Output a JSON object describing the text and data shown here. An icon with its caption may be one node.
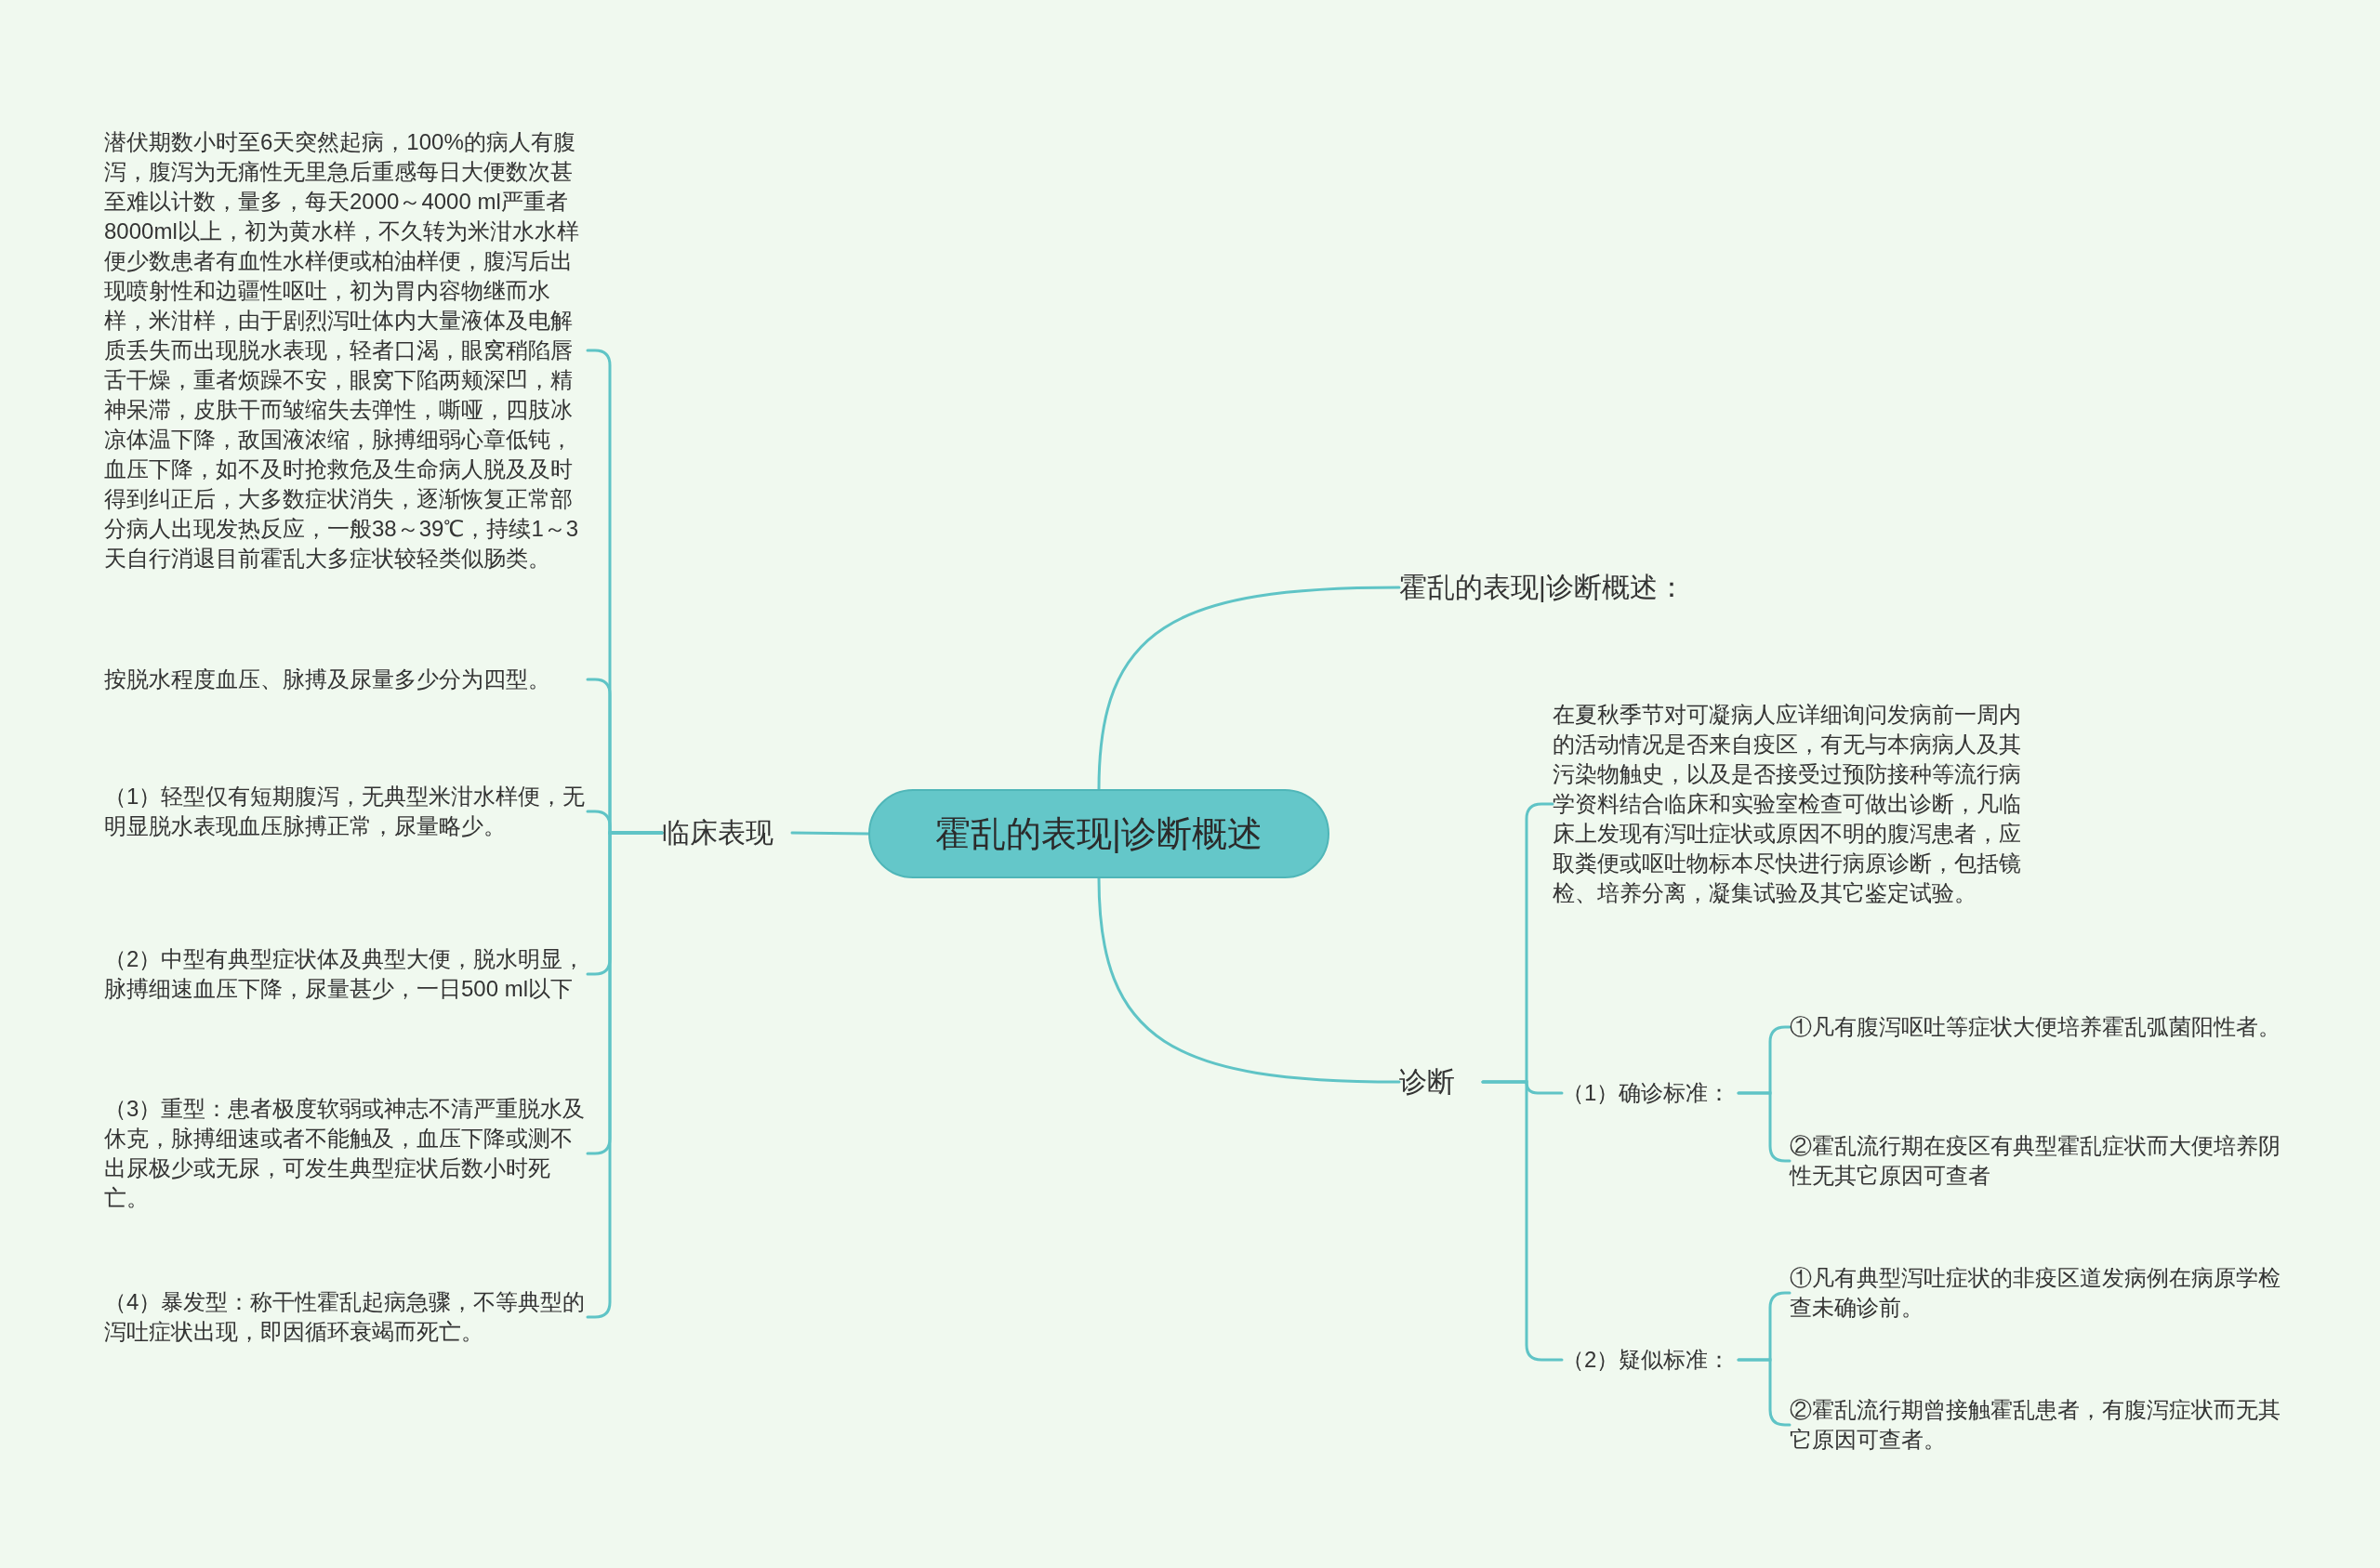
{
  "diagram": {
    "nodes": [
      {
        "text": [
          "霍乱的表现|诊断概述"
        ]
      },
      {
        "text": [
          "临床表现"
        ]
      },
      {
        "text": [
          "潜伏期数小时至6天突然起病，100%的病人有腹泻，腹泻为无痛性无里急后重感每日大便数次甚至难以计数，量多，每天2000～4000 ml严重者8000ml以上，初为黄水样，不久转为米泔水水样便少数患者有血性水样便或柏油样便，腹泻后出现喷射性和边疆性呕吐，初为胃内容物继而水样，米泔样，由于剧烈泻吐体内大量液体及电解质丢失而出现脱水表现，轻者口渴，眼窝稍陷唇舌干燥，重者烦躁不安，眼窝下陷两颊深凹，精神呆滞，皮肤干而皱缩失去弹性，嘶哑，四肢冰凉体温下降，敌国液浓缩，脉搏细弱心章低钝，血压下降，如不及时抢救危及生命病人脱及及时得到纠正后，大多数症状消失，逐渐恢复正常部分病人出现发热反应，一般38～39℃，持续1～3天自行消退目前霍乱大多症状较轻类似肠类。"
        ]
      },
      {
        "text": [
          "按脱水程度血压、脉搏及尿量多少分为四型。"
        ]
      },
      {
        "text": [
          "（1）轻型仅有短期腹泻，无典型米泔水样便，无明显脱水表现血压脉搏正常，尿量略少。"
        ]
      },
      {
        "text": [
          "（2）中型有典型症状体及典型大便，脱水明显，脉搏细速血压下降，尿量甚少，一日500 ml以下"
        ]
      },
      {
        "text": [
          "（3）重型：患者极度软弱或神志不清严重脱水及休克，脉搏细速或者不能触及，血压下降或测不出尿极少或无尿，可发生典型症状后数小时死亡。"
        ]
      },
      {
        "text": [
          "（4）暴发型：称干性霍乱起病急骤，不等典型的泻吐症状出现，即因循环衰竭而死亡。"
        ]
      },
      {
        "text": [
          "霍乱的表现|诊断概述："
        ]
      },
      {
        "text": [
          "诊断"
        ]
      },
      {
        "text": [
          "在夏秋季节对可凝病人应详细询问发病前一周内的活动情况是否来自疫区，有无与本病病人及其污染物触史，以及是否接受过预防接种等流行病学资料结合临床和实验室检查可做出诊断，凡临床上发现有泻吐症状或原因不明的腹泻患者，应取粪便或呕吐物标本尽快进行病原诊断，包括镜检、培养分离，凝集试验及其它鉴定试验。"
        ]
      },
      {
        "text": [
          "（1）确诊标准："
        ]
      },
      {
        "text": [
          "①凡有腹泻呕吐等症状大便培养霍乱弧菌阳性者。"
        ]
      },
      {
        "text": [
          "②霍乱流行期在疫区有典型霍乱症状而大便培养阴性无其它原因可查者"
        ]
      },
      {
        "text": [
          "（2）疑似标准："
        ]
      },
      {
        "text": [
          "①凡有典型泻吐症状的非疫区道发病例在病原学检查未确诊前。"
        ]
      },
      {
        "text": [
          "②霍乱流行期曾接触霍乱患者，有腹泻症状而无其它原因可查者。"
        ]
      }
    ],
    "edges": [
      {
        "from": 0,
        "to": 1,
        "arrow": "none"
      },
      {
        "from": 1,
        "to": 2,
        "arrow": "none"
      },
      {
        "from": 1,
        "to": 3,
        "arrow": "none"
      },
      {
        "from": 1,
        "to": 4,
        "arrow": "none"
      },
      {
        "from": 1,
        "to": 5,
        "arrow": "none"
      },
      {
        "from": 1,
        "to": 6,
        "arrow": "none"
      },
      {
        "from": 1,
        "to": 7,
        "arrow": "none"
      },
      {
        "from": 0,
        "to": 8,
        "arrow": "none"
      },
      {
        "from": 0,
        "to": 9,
        "arrow": "none"
      },
      {
        "from": 9,
        "to": 10,
        "arrow": "none"
      },
      {
        "from": 9,
        "to": 11,
        "arrow": "none"
      },
      {
        "from": 9,
        "to": 14,
        "arrow": "none"
      },
      {
        "from": 11,
        "to": 12,
        "arrow": "none"
      },
      {
        "from": 11,
        "to": 13,
        "arrow": "none"
      },
      {
        "from": 14,
        "to": 15,
        "arrow": "none"
      },
      {
        "from": 14,
        "to": 16,
        "arrow": "none"
      }
    ]
  }
}
